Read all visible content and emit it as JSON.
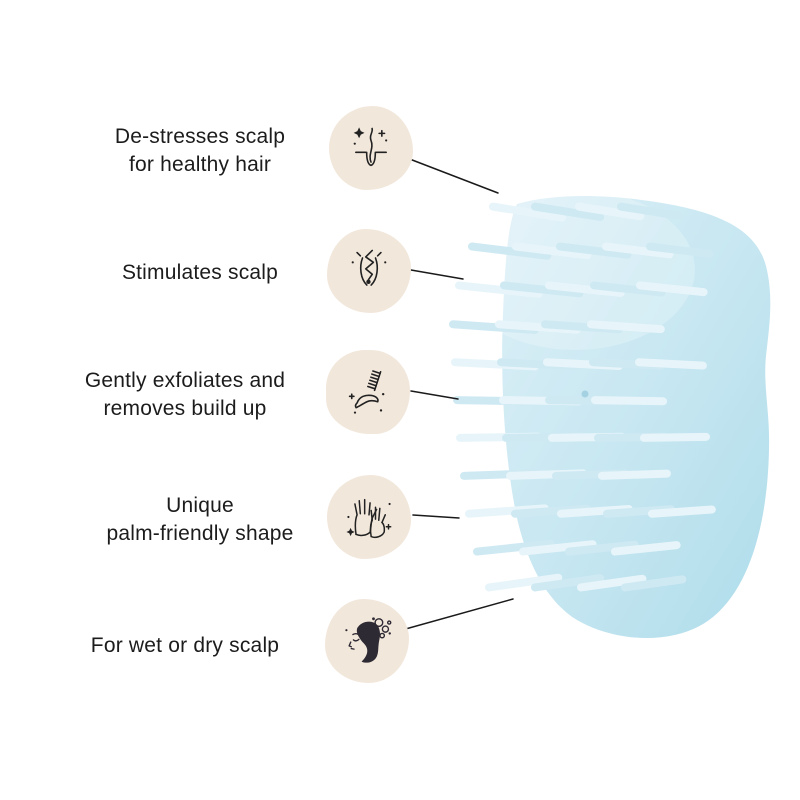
{
  "page": {
    "background": "#ffffff"
  },
  "product": {
    "name": "scalp exfoliator brush",
    "body_color": "#c9e7f2",
    "bristle_light": "#e7f5fa",
    "bristle_mid": "#cfe9f3"
  },
  "colors": {
    "icon_blob": "#f2e7db",
    "text": "#1c1c1c",
    "callout_line": "#1a1a1a"
  },
  "features": [
    {
      "icon": "hair-follicle-sparkles-icon",
      "lines": [
        "De-stresses scalp",
        "for healthy hair"
      ]
    },
    {
      "icon": "hair-follicle-zigzag-icon",
      "lines": [
        "Stimulates scalp"
      ]
    },
    {
      "icon": "comb-in-hand-icon",
      "lines": [
        "Gently exfoliates and",
        "removes build up"
      ]
    },
    {
      "icon": "open-palms-icon",
      "lines": [
        "Unique",
        "palm-friendly shape"
      ]
    },
    {
      "icon": "washing-hair-icon",
      "lines": [
        "For wet or dry scalp"
      ]
    }
  ]
}
